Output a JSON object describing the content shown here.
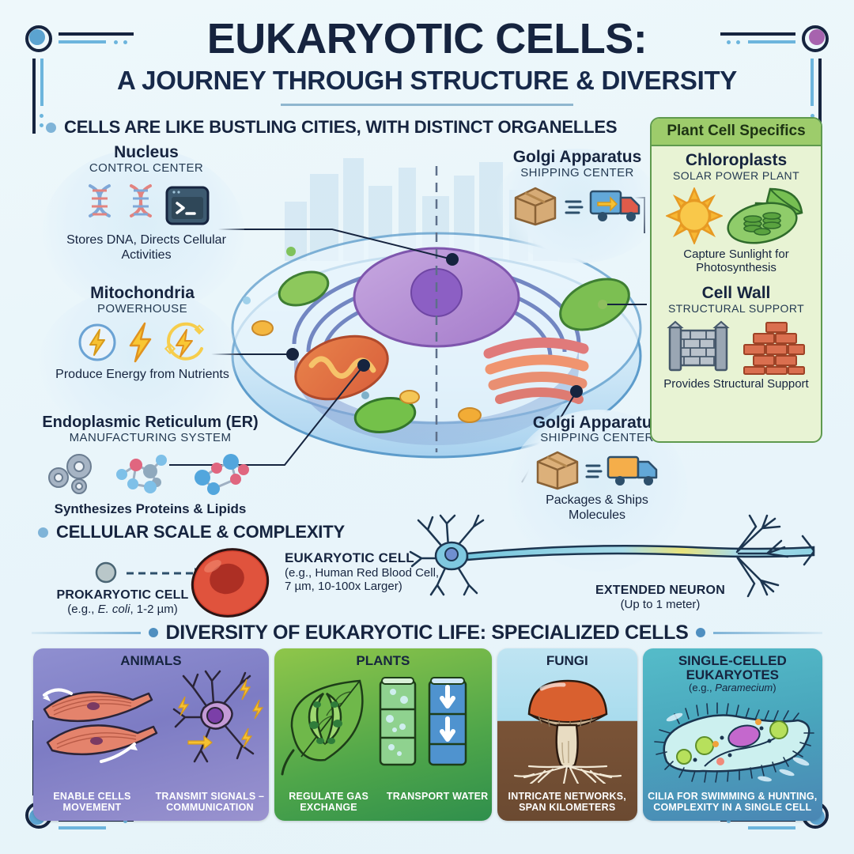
{
  "header": {
    "title": "EUKARYOTIC CELLS:",
    "subtitle": "A JOURNEY THROUGH STRUCTURE & DIVERSITY"
  },
  "sections": {
    "organelles_heading": "CELLS ARE LIKE BUSTLING CITIES, WITH DISTINCT ORGANELLES",
    "scale_heading": "CELLULAR SCALE & COMPLEXITY",
    "diversity_heading": "DIVERSITY OF EUKARYOTIC LIFE: SPECIALIZED CELLS"
  },
  "callouts": [
    {
      "name": "nucleus",
      "title": "Nucleus",
      "role": "CONTROL CENTER",
      "description": "Stores DNA, Directs Cellular Activities",
      "icons": [
        "dna-helix-icon",
        "dna-helix-icon",
        "terminal-icon"
      ]
    },
    {
      "name": "mitochondria",
      "title": "Mitochondria",
      "role": "POWERHOUSE",
      "description": "Produce Energy from Nutrients",
      "icons": [
        "battery-bolt-icon",
        "lightning-bolt-icon",
        "energy-cycle-icon"
      ]
    },
    {
      "name": "endoplasmic-reticulum",
      "title": "Endoplasmic Reticulum (ER)",
      "role": "MANUFACTURING SYSTEM",
      "description": "Synthesizes Proteins & Lipids",
      "icons": [
        "gears-icon",
        "molecule-icon",
        "molecule-icon"
      ]
    },
    {
      "name": "golgi-apparatus-top",
      "title": "Golgi Apparatus",
      "role": "SHIPPING CENTER",
      "description": "",
      "icons": [
        "package-box-icon",
        "delivery-truck-icon"
      ]
    },
    {
      "name": "golgi-apparatus-bottom",
      "title": "Golgi Apparatus",
      "role": "SHIPPING CENTER",
      "description": "Packages & Ships Molecules",
      "icons": [
        "package-box-icon",
        "delivery-truck-icon"
      ]
    }
  ],
  "plant_panel": {
    "heading": "Plant Cell Specifics",
    "items": [
      {
        "title": "Chloroplasts",
        "role": "SOLAR POWER PLANT",
        "description": "Capture Sunlight for Photosynthesis",
        "icons": [
          "sun-icon",
          "chloroplast-leaf-icon"
        ]
      },
      {
        "title": "Cell Wall",
        "role": "STRUCTURAL SUPPORT",
        "description": "Provides Structural Support",
        "icons": [
          "stone-wall-icon",
          "brick-wall-icon"
        ]
      }
    ]
  },
  "scale": {
    "prokaryote": {
      "label": "PROKARYOTIC CELL",
      "detail": "(e.g., E. coli, 1-2 µm)",
      "italic_part": "E. coli"
    },
    "eukaryote": {
      "label": "EUKARYOTIC CELL",
      "detail_line1": "(e.g., Human Red Blood Cell,",
      "detail_line2": "7 µm, 10-100x Larger)"
    },
    "neuron": {
      "label": "EXTENDED NEURON",
      "detail": "(Up to 1 meter)"
    },
    "arrow": "dashed-arrow-icon"
  },
  "cards": [
    {
      "name": "animals",
      "heading": "ANIMALS",
      "subheading": "",
      "captions": [
        "ENABLE CELLS MOVEMENT",
        "TRANSMIT SIGNALS – COMMUNICATION"
      ],
      "icons": [
        "muscle-cell-icon",
        "neuron-cell-icon"
      ],
      "color": "#7d7cc4"
    },
    {
      "name": "plants",
      "heading": "PLANTS",
      "subheading": "",
      "captions": [
        "REGULATE GAS EXCHANGE",
        "TRANSPORT WATER"
      ],
      "icons": [
        "stomata-leaf-icon",
        "xylem-tube-icon"
      ],
      "color": "#4fa64a"
    },
    {
      "name": "fungi",
      "heading": "FUNGI",
      "subheading": "",
      "captions": [
        "INTRICATE NETWORKS, SPAN KILOMETERS"
      ],
      "icons": [
        "mushroom-mycelium-icon"
      ],
      "color": "#7a5337"
    },
    {
      "name": "single-celled-eukaryotes",
      "heading": "SINGLE-CELLED EUKARYOTES",
      "subheading": "(e.g., Paramecium)",
      "captions": [
        "CILIA FOR SWIMMING & HUNTING, COMPLEXITY IN A SINGLE CELL"
      ],
      "icons": [
        "paramecium-icon"
      ],
      "color": "#49a7bd"
    }
  ],
  "colors": {
    "background": "#eaf6fa",
    "ink": "#16243f",
    "accent_blue": "#7db2d6",
    "plant_green": "#9dcc6b",
    "corner_dot_blue": "#5ba3d0",
    "corner_dot_purple": "#a763ae"
  },
  "cell_diagram": {
    "organelles": [
      "nucleus",
      "endoplasmic-reticulum",
      "mitochondria",
      "golgi-apparatus",
      "chloroplast",
      "vesicles"
    ],
    "divider": "dashed-center-divider",
    "backdrop": "city-skyline-silhouette"
  }
}
